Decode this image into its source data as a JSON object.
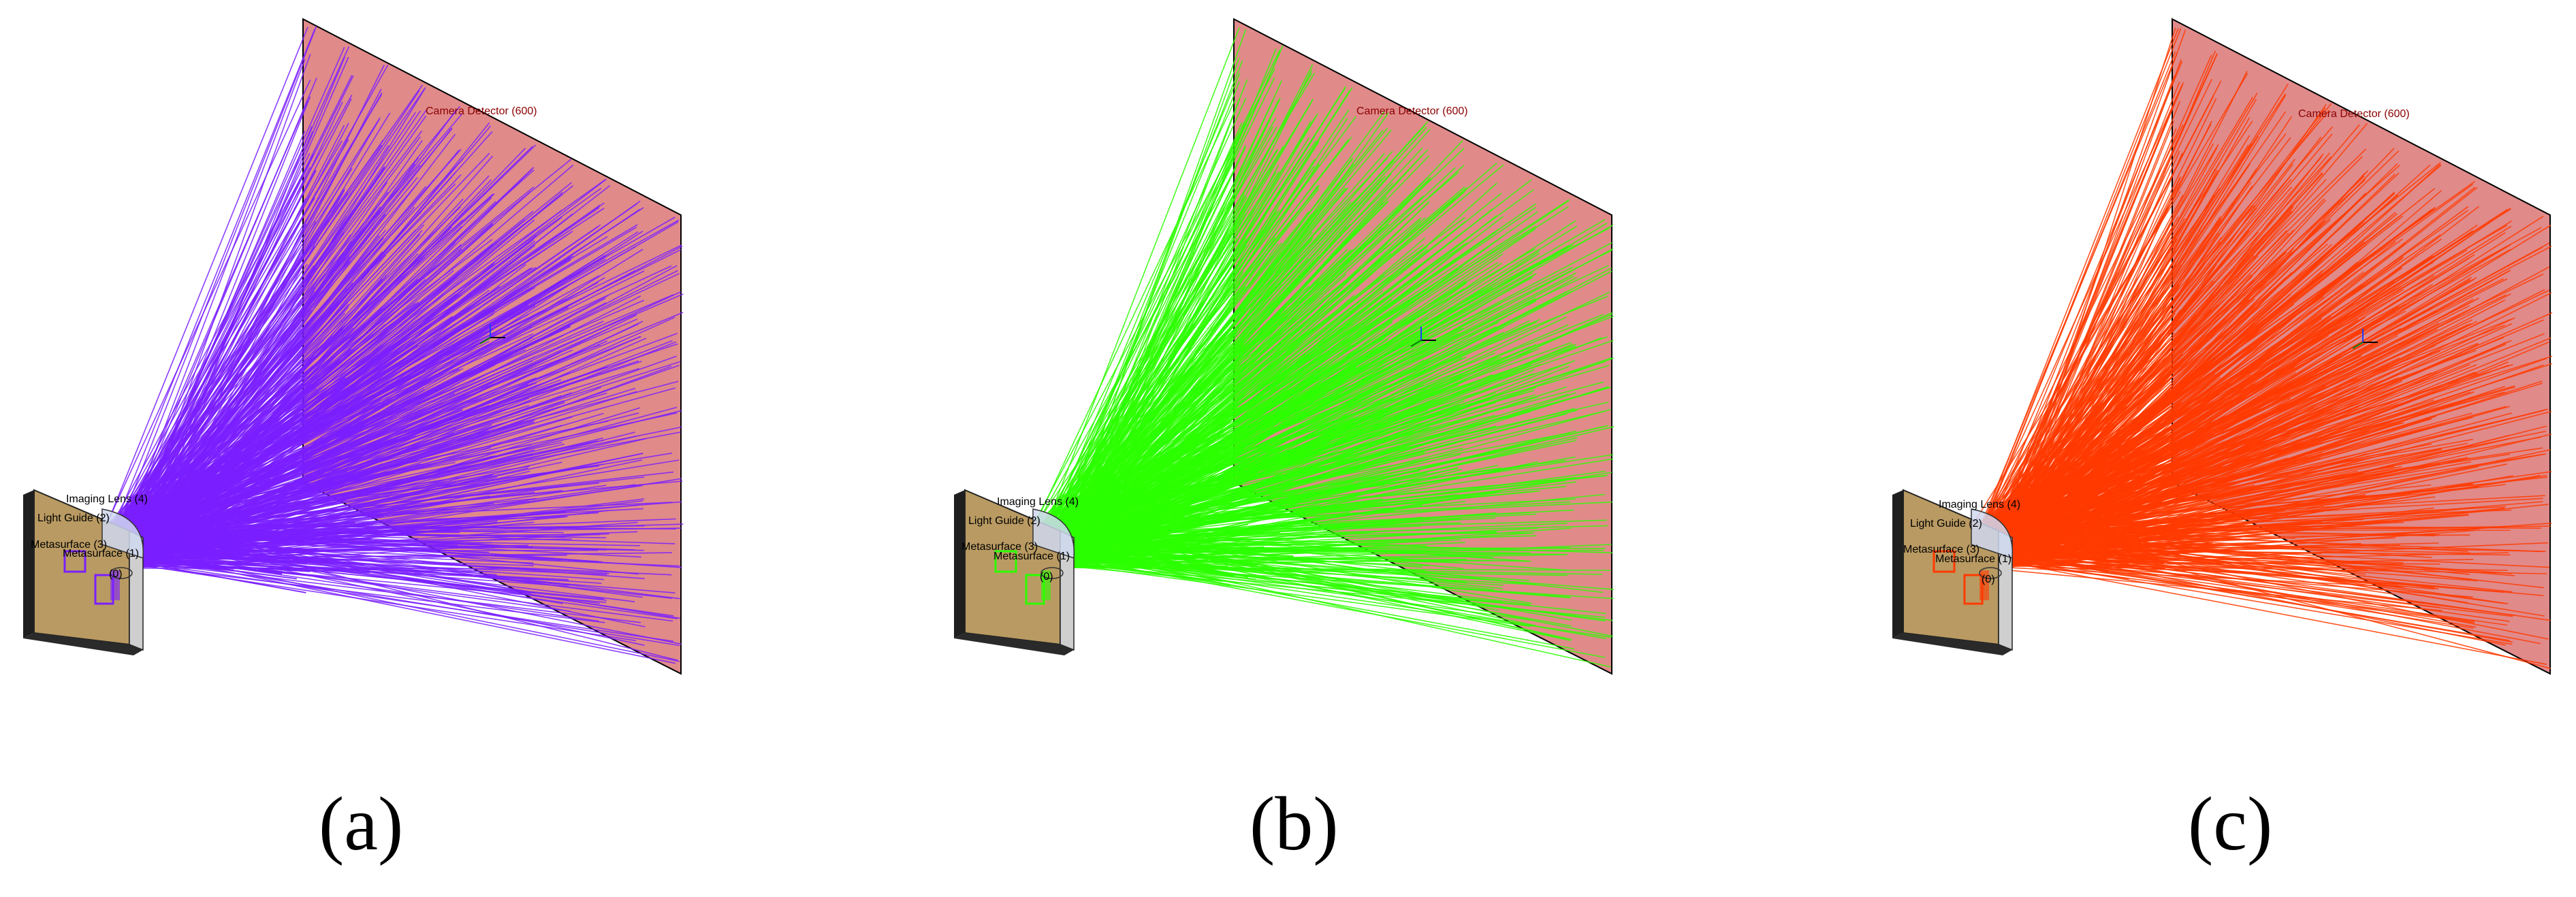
{
  "panels": [
    {
      "id": "a",
      "caption": "(a)",
      "ray_color": "#7a1fff",
      "labels": {
        "detector": "Camera Detector (600)",
        "imaging_lens": "Imaging Lens (4)",
        "light_guide": "Light Guide (2)",
        "metasurface_3": "Metasurface (3)",
        "metasurface_1": "Metasurface (1)",
        "index": "(0)"
      }
    },
    {
      "id": "b",
      "caption": "(b)",
      "ray_color": "#2bff00",
      "labels": {
        "detector": "Camera Detector (600)",
        "imaging_lens": "Imaging Lens (4)",
        "light_guide": "Light Guide (2)",
        "metasurface_3": "Metasurface (3)",
        "metasurface_1": "Metasurface (1)",
        "index": "(0)"
      }
    },
    {
      "id": "c",
      "caption": "(c)",
      "ray_color": "#ff3a00",
      "labels": {
        "detector": "Camera Detector (600)",
        "imaging_lens": "Imaging Lens (4)",
        "light_guide": "Light Guide (2)",
        "metasurface_3": "Metasurface (3)",
        "metasurface_1": "Metasurface (1)",
        "index": "(0)"
      }
    }
  ],
  "colors": {
    "detector_fill": "#e08a8a",
    "guide_face": "#b99a62",
    "guide_edge": "#cfcfcf",
    "lens_fill": "#cfd8f0"
  }
}
